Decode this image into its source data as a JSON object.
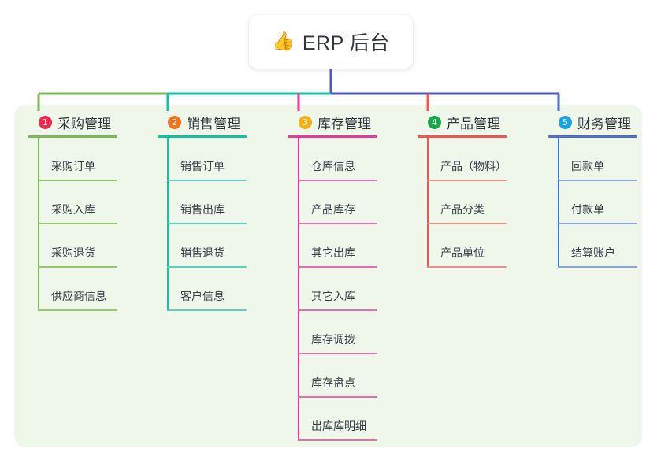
{
  "root": {
    "label": "ERP 后台",
    "emoji": "👍",
    "emoji_name": "thumbs-up-icon"
  },
  "panel": {
    "background": "#eff7ea"
  },
  "connector": {
    "stem_color": "#4a57c4",
    "bus_segments": [
      {
        "color": "#7ab857"
      },
      {
        "color": "#10c2a4"
      },
      {
        "color": "#4a57c4"
      }
    ]
  },
  "branches": [
    {
      "index": "1",
      "title": "采购管理",
      "color": "#7ab857",
      "rule_color": "#96c86f",
      "badge_color": "#ee2b4c",
      "children": [
        {
          "label": "采购订单"
        },
        {
          "label": "采购入库"
        },
        {
          "label": "采购退货"
        },
        {
          "label": "供应商信息"
        }
      ]
    },
    {
      "index": "2",
      "title": "销售管理",
      "color": "#10c2a4",
      "rule_color": "#5fd0c0",
      "badge_color": "#f47421",
      "children": [
        {
          "label": "销售订单"
        },
        {
          "label": "销售出库"
        },
        {
          "label": "销售退货"
        },
        {
          "label": "客户信息"
        }
      ]
    },
    {
      "index": "3",
      "title": "库存管理",
      "color": "#e8399b",
      "rule_color": "#e36fae",
      "badge_color": "#f5b115",
      "children": [
        {
          "label": "仓库信息"
        },
        {
          "label": "产品库存"
        },
        {
          "label": "其它出库"
        },
        {
          "label": "其它入库"
        },
        {
          "label": "库存调拨"
        },
        {
          "label": "库存盘点"
        },
        {
          "label": "出库库明细"
        }
      ]
    },
    {
      "index": "4",
      "title": "产品管理",
      "color": "#f4544e",
      "rule_color": "#f18f8a",
      "badge_color": "#15a94a",
      "children": [
        {
          "label": "产品（物料）"
        },
        {
          "label": "产品分类"
        },
        {
          "label": "产品单位"
        }
      ]
    },
    {
      "index": "5",
      "title": "财务管理",
      "color": "#4a6fd0",
      "rule_color": "#8aa6e0",
      "badge_color": "#1aa3e0",
      "children": [
        {
          "label": "回款单"
        },
        {
          "label": "付款单"
        },
        {
          "label": "结算账户"
        }
      ]
    }
  ]
}
